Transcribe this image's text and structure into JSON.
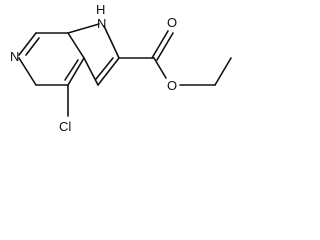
{
  "molecule": {
    "atom_labels": {
      "pyridine_n": "N",
      "nh": "H",
      "nh_n": "N",
      "carbonyl_o": "O",
      "ester_o": "O",
      "chlorine": "Cl"
    },
    "colors": {
      "bond": "#111111",
      "label": "#111111",
      "background": "#ffffff"
    }
  }
}
